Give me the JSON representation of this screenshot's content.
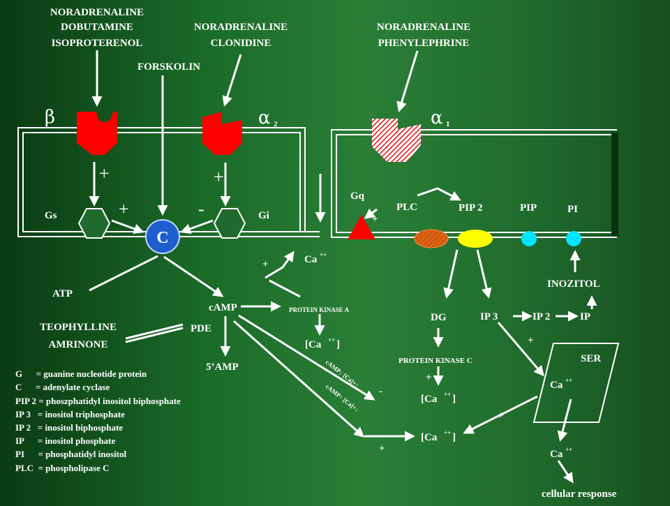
{
  "drugs": {
    "beta_agonists": [
      "NORADRENALINE",
      "DOBUTAMINE",
      "ISOPROTERENOL"
    ],
    "alpha2_agonists": [
      "NORADRENALINE",
      "CLONIDINE"
    ],
    "alpha1_agonists": [
      "NORADRENALINE",
      "PHENYLEPHRINE"
    ],
    "forskolin": "FORSKOLIN",
    "pde_inhibitors": [
      "TEOPHYLLINE",
      "AMRINONE"
    ]
  },
  "receptors": {
    "beta": "β",
    "alpha": "α",
    "alpha2_sub": "2",
    "alpha1_sub": "1"
  },
  "proteins": {
    "gs": "Gs",
    "gi": "Gi",
    "gq": "Gq",
    "cyclase": "C",
    "plc": "PLC",
    "pip2": "PIP 2",
    "pip": "PIP",
    "pi": "PI"
  },
  "signs": {
    "plus": "+",
    "minus": "-"
  },
  "pathway": {
    "atp": "ATP",
    "camp": "cAMP",
    "pde": "PDE",
    "amp5": "5’AMP",
    "pka": "PROTEIN KINASE  A",
    "pkc": "PROTEIN KINASE  C",
    "ca": "Ca",
    "ca_sup": "++",
    "ca_bracket_open": "[Ca",
    "ca_bracket_close": "]",
    "dg": "DG",
    "ip3": "IP 3",
    "ip2": "IP 2",
    "ip": "IP",
    "inozitol": "INOZITOL",
    "ser": "SER",
    "camp_down": "cAMP↓ [Ca]+↑",
    "camp_up": "cAMP↑ [Ca]+↓",
    "cellular_response": "cellular response"
  },
  "legend": [
    "G      = guanine nucleotide protein",
    "C      = adenylate cyclase",
    "PIP 2 = phoszphatidyl inositol biphosphate",
    "IP 3   = inositol triphosphate",
    "IP 2   = inositol biphosphate",
    "IP      = inositol phosphate",
    "PI      = phosphatidyl inositol",
    "PLC  = phospholipase C"
  ],
  "colors": {
    "receptor": "#ff0000",
    "gq": "#ff0000",
    "plc": "#e04a1a",
    "pip2": "#ffff00",
    "pip": "#00e5ff",
    "cyclase": "#1e5fd0",
    "membrane": "#ffffff",
    "background": "#1f6a2c"
  }
}
